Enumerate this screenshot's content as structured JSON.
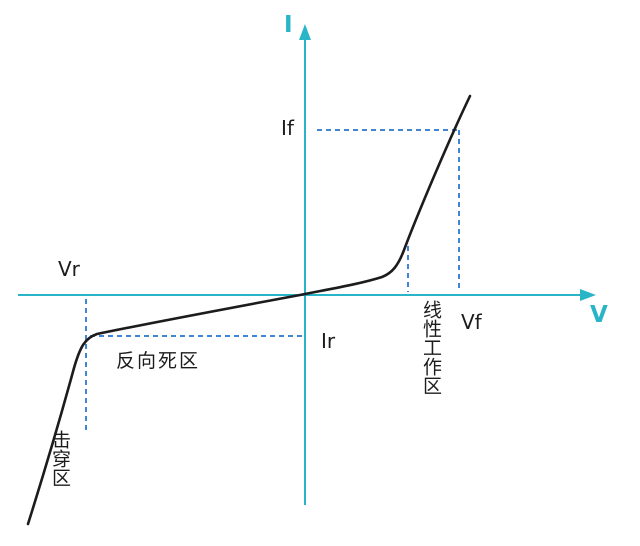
{
  "diagram": {
    "title_hint": "diode I-V characteristic curve",
    "axis": {
      "i_label": "I",
      "v_label": "V"
    },
    "points": {
      "if_label": "If",
      "ir_label": "Ir",
      "vr_label": "Vr",
      "vf_label": "Vf"
    },
    "regions": {
      "reverse_dead_zone": "反向死区",
      "breakdown_zone": "击穿区",
      "linear_working_zone": "线性工作区"
    },
    "colors": {
      "axis": "#29b4c8",
      "dashed": "#4285d3",
      "curve": "#1c1c1c",
      "background": "#ffffff"
    }
  }
}
